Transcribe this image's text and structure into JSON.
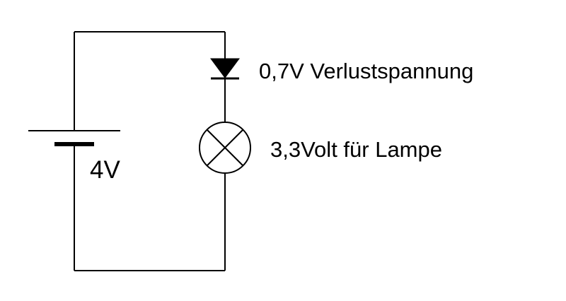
{
  "diagram": {
    "type": "circuit",
    "battery": {
      "label": "4V"
    },
    "diode": {
      "label": "0,7V Verlustspannung"
    },
    "lamp": {
      "label": "3,3Volt für Lampe"
    },
    "colors": {
      "wire": "#000000",
      "background": "#ffffff",
      "text": "#000000"
    }
  }
}
